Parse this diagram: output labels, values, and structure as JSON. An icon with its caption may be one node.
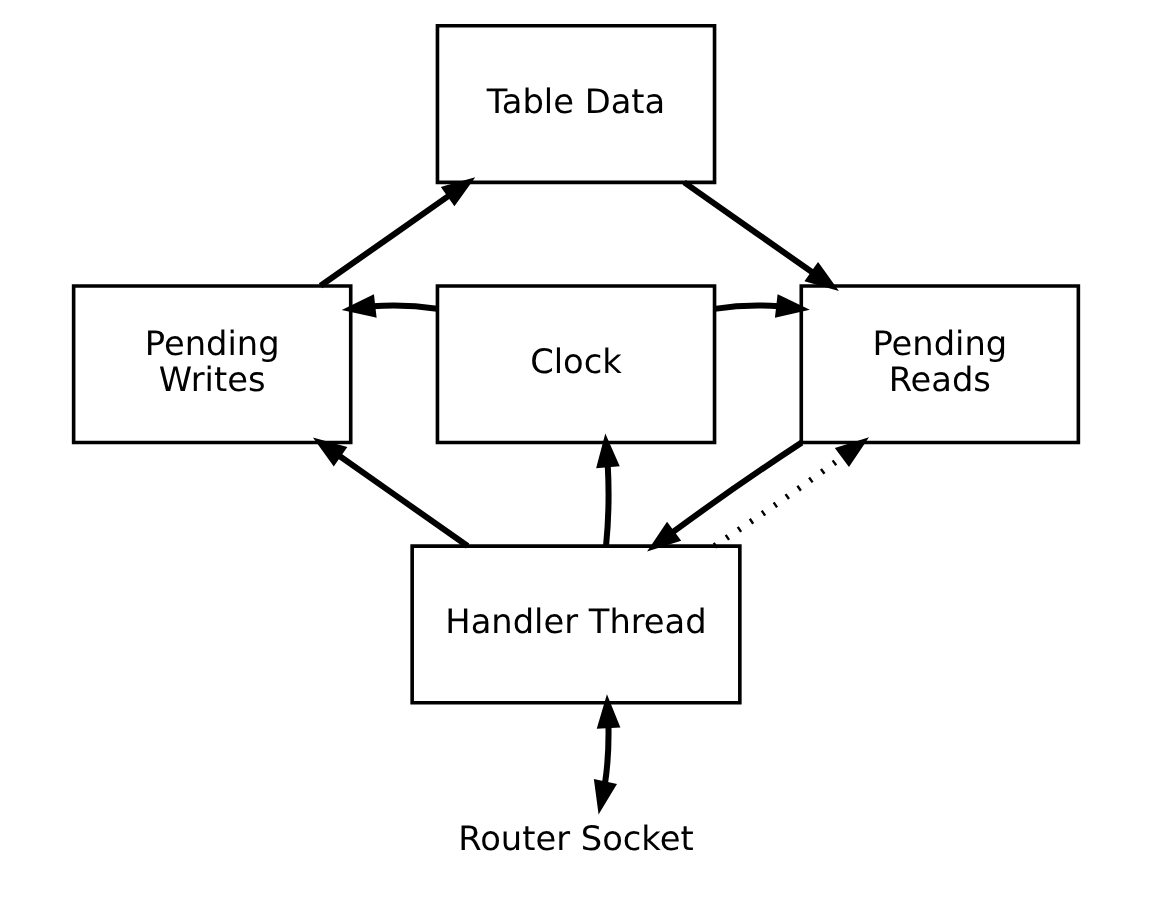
{
  "diagram": {
    "nodes": [
      {
        "text": [
          "Table Data"
        ]
      },
      {
        "text": [
          "Pending Writes"
        ]
      },
      {
        "text": [
          "Clock"
        ]
      },
      {
        "text": [
          "Pending Reads"
        ]
      },
      {
        "text": [
          "Handler Thread"
        ]
      },
      {
        "text": [
          "Router Socket"
        ]
      }
    ],
    "edges": [
      {
        "from": 1,
        "to": 0,
        "arrow": "to"
      },
      {
        "from": 0,
        "to": 3,
        "arrow": "to"
      },
      {
        "from": 2,
        "to": 1,
        "arrow": "to"
      },
      {
        "from": 2,
        "to": 3,
        "arrow": "to"
      },
      {
        "from": 4,
        "to": 1,
        "arrow": "to"
      },
      {
        "from": 4,
        "to": 2,
        "arrow": "to"
      },
      {
        "from": 3,
        "to": 4,
        "arrow": "to"
      },
      {
        "from": 4,
        "to": 3,
        "arrow": "to",
        "style": "dashed"
      },
      {
        "from": 4,
        "to": 5,
        "arrow": "both"
      }
    ]
  }
}
